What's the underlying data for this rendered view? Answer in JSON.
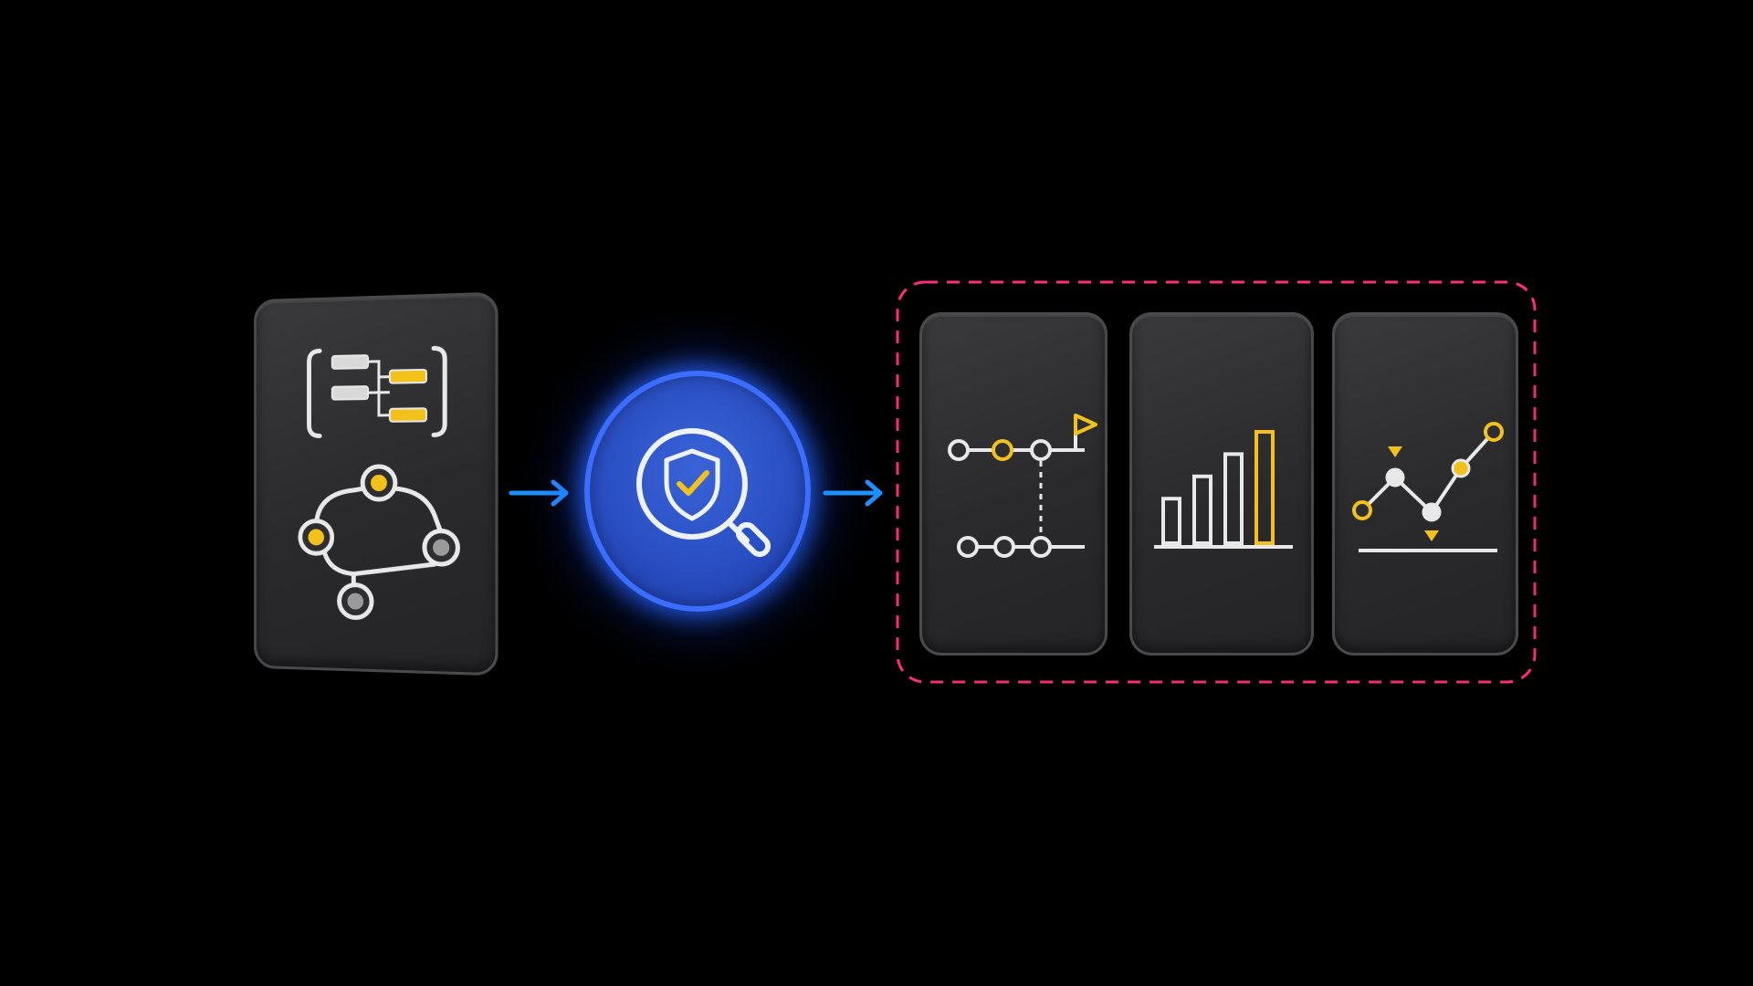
{
  "colors": {
    "background": "#000000",
    "card": "#2e2e30",
    "icon_line": "#e8e8e8",
    "accent_yellow": "#f2c21b",
    "accent_blue": "#2f6bff",
    "arrow_blue": "#1e90ff",
    "outline_pink": "#ff2d78"
  },
  "nodes": [
    {
      "id": "source",
      "icons": [
        "hierarchy-tree-icon",
        "node-graph-icon"
      ]
    },
    {
      "id": "inspect",
      "icons": [
        "shield-check-magnifier-icon"
      ]
    },
    {
      "id": "timeline",
      "icons": [
        "milestone-flag-timeline-icon"
      ]
    },
    {
      "id": "bars",
      "icons": [
        "bar-chart-icon"
      ]
    },
    {
      "id": "trend",
      "icons": [
        "trend-line-icon"
      ]
    }
  ],
  "edges": [
    {
      "from": "source",
      "to": "inspect"
    },
    {
      "from": "inspect",
      "to": "output-group"
    }
  ],
  "group": {
    "id": "output-group",
    "style": "dashed",
    "members": [
      "timeline",
      "bars",
      "trend"
    ]
  },
  "bar_chart_icon": {
    "values": [
      4,
      6,
      8,
      10
    ],
    "highlight_index": 3
  }
}
